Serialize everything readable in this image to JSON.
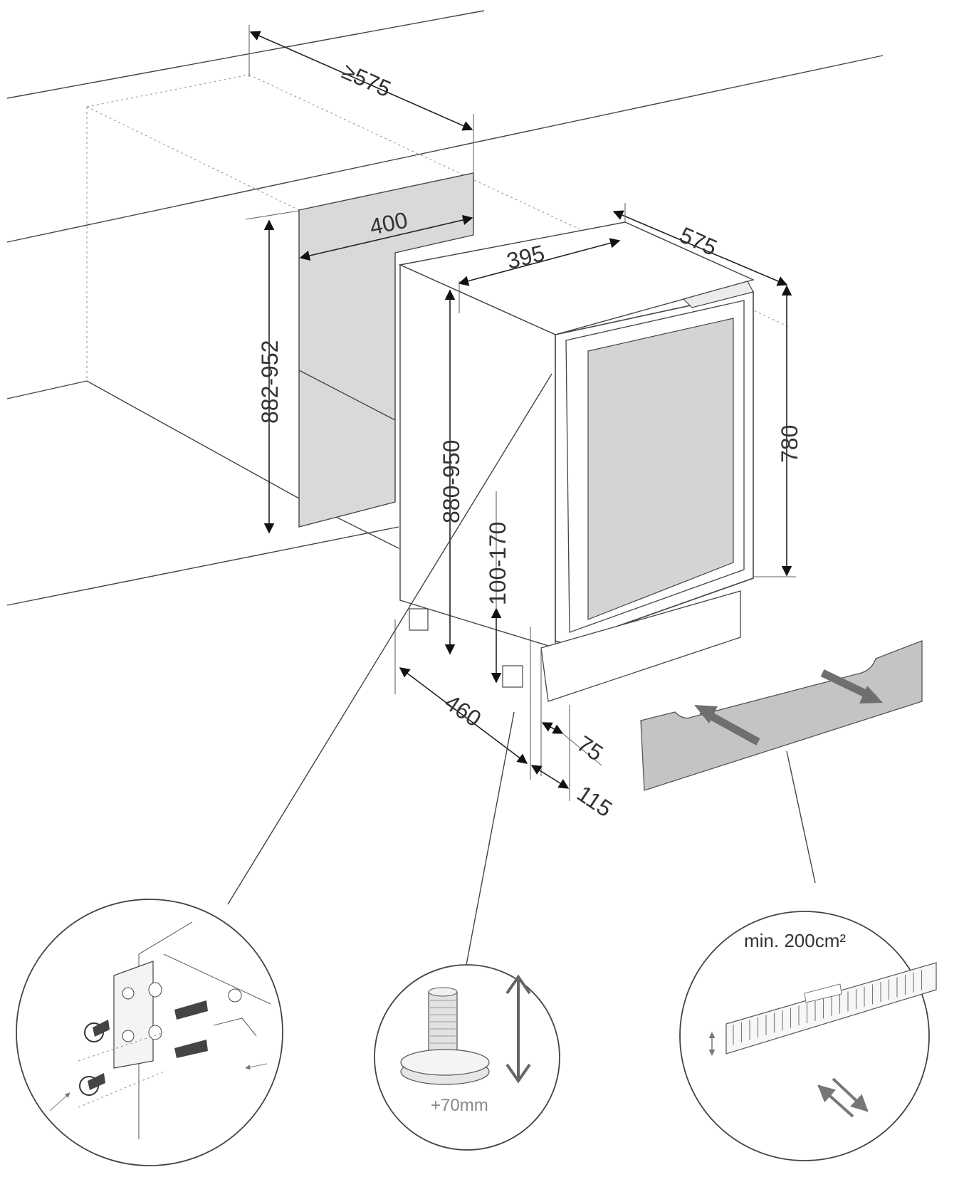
{
  "dimensions": {
    "niche_depth": "≥575",
    "niche_width": "400",
    "niche_height": "882-952",
    "appliance_width": "395",
    "appliance_depth": "575",
    "door_height": "780",
    "appliance_height": "880-950",
    "plinth_height": "100-170",
    "base_depth": "460",
    "recess_a": "75",
    "recess_b": "115"
  },
  "details": {
    "foot_adjustment": "+70mm",
    "ventilation_area": "min. 200cm²"
  },
  "colors": {
    "line": "#444444",
    "panel_fill": "#d9d9d9",
    "vent_fill": "#c4c4c4",
    "vent_arrow": "#6f6f6f"
  }
}
